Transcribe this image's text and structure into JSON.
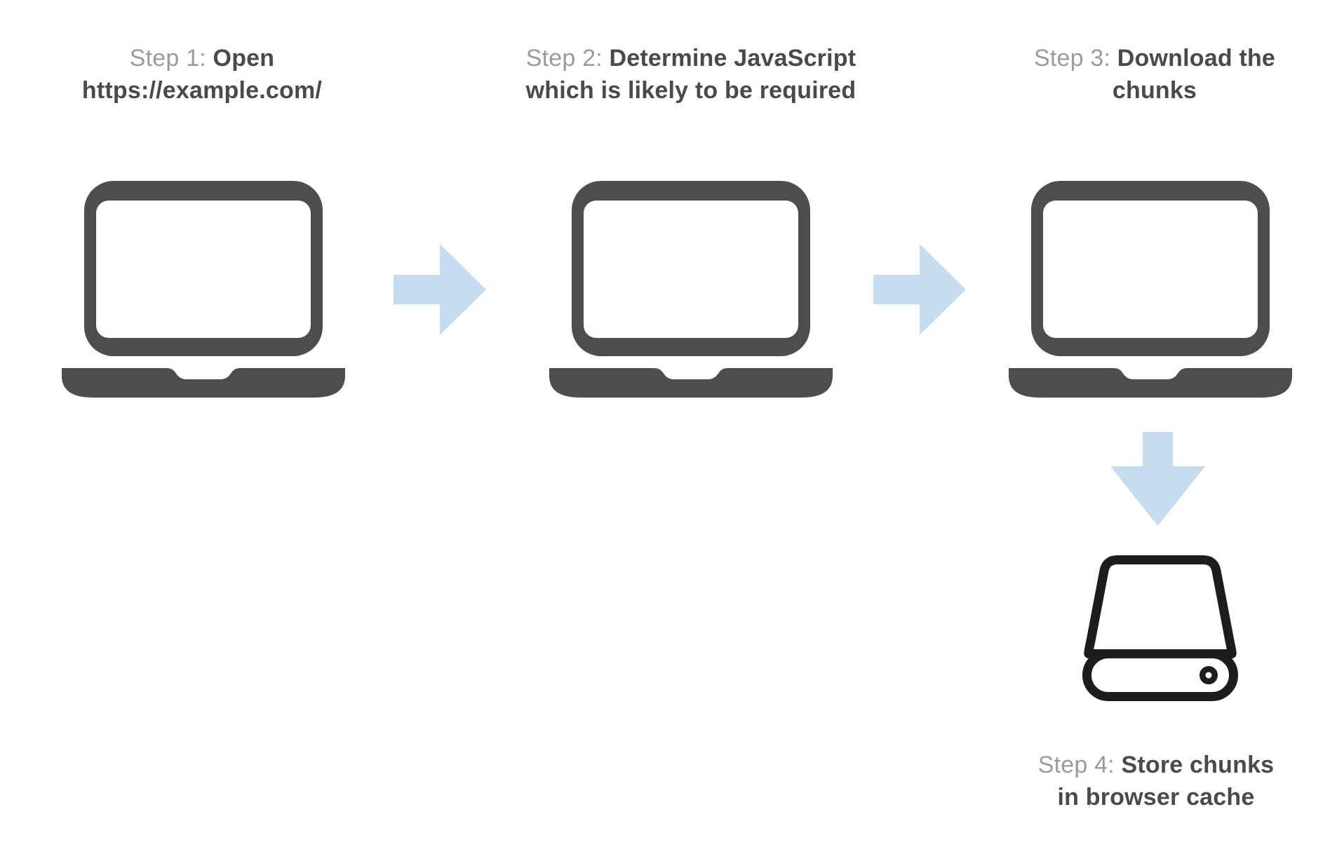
{
  "diagram": {
    "type": "flow",
    "description_visible_only": "4-step left-to-right then down flow"
  },
  "colors": {
    "background": "#ffffff",
    "device": "#4d4d4d",
    "screen": "#ffffff",
    "drive": "#1d1d1d",
    "arrow": "#c6dcf0",
    "label_prefix": "#9b9b9b",
    "label_bold": "#4a4a4a"
  },
  "steps": [
    {
      "prefix": "Step 1:",
      "title_lines": [
        "Open",
        "https://example.com/"
      ],
      "icon": "laptop-icon"
    },
    {
      "prefix": "Step 2:",
      "title_lines": [
        "Determine JavaScript",
        "which is likely to be required"
      ],
      "icon": "laptop-icon"
    },
    {
      "prefix": "Step 3:",
      "title_lines": [
        "Download the",
        "chunks"
      ],
      "icon": "laptop-icon"
    },
    {
      "prefix": "Step 4:",
      "title_lines": [
        "Store chunks",
        "in browser cache"
      ],
      "icon": "hard-drive-icon"
    }
  ],
  "arrows": [
    {
      "from_step": 1,
      "to_step": 2,
      "direction": "right"
    },
    {
      "from_step": 2,
      "to_step": 3,
      "direction": "right"
    },
    {
      "from_step": 3,
      "to_step": 4,
      "direction": "down"
    }
  ]
}
